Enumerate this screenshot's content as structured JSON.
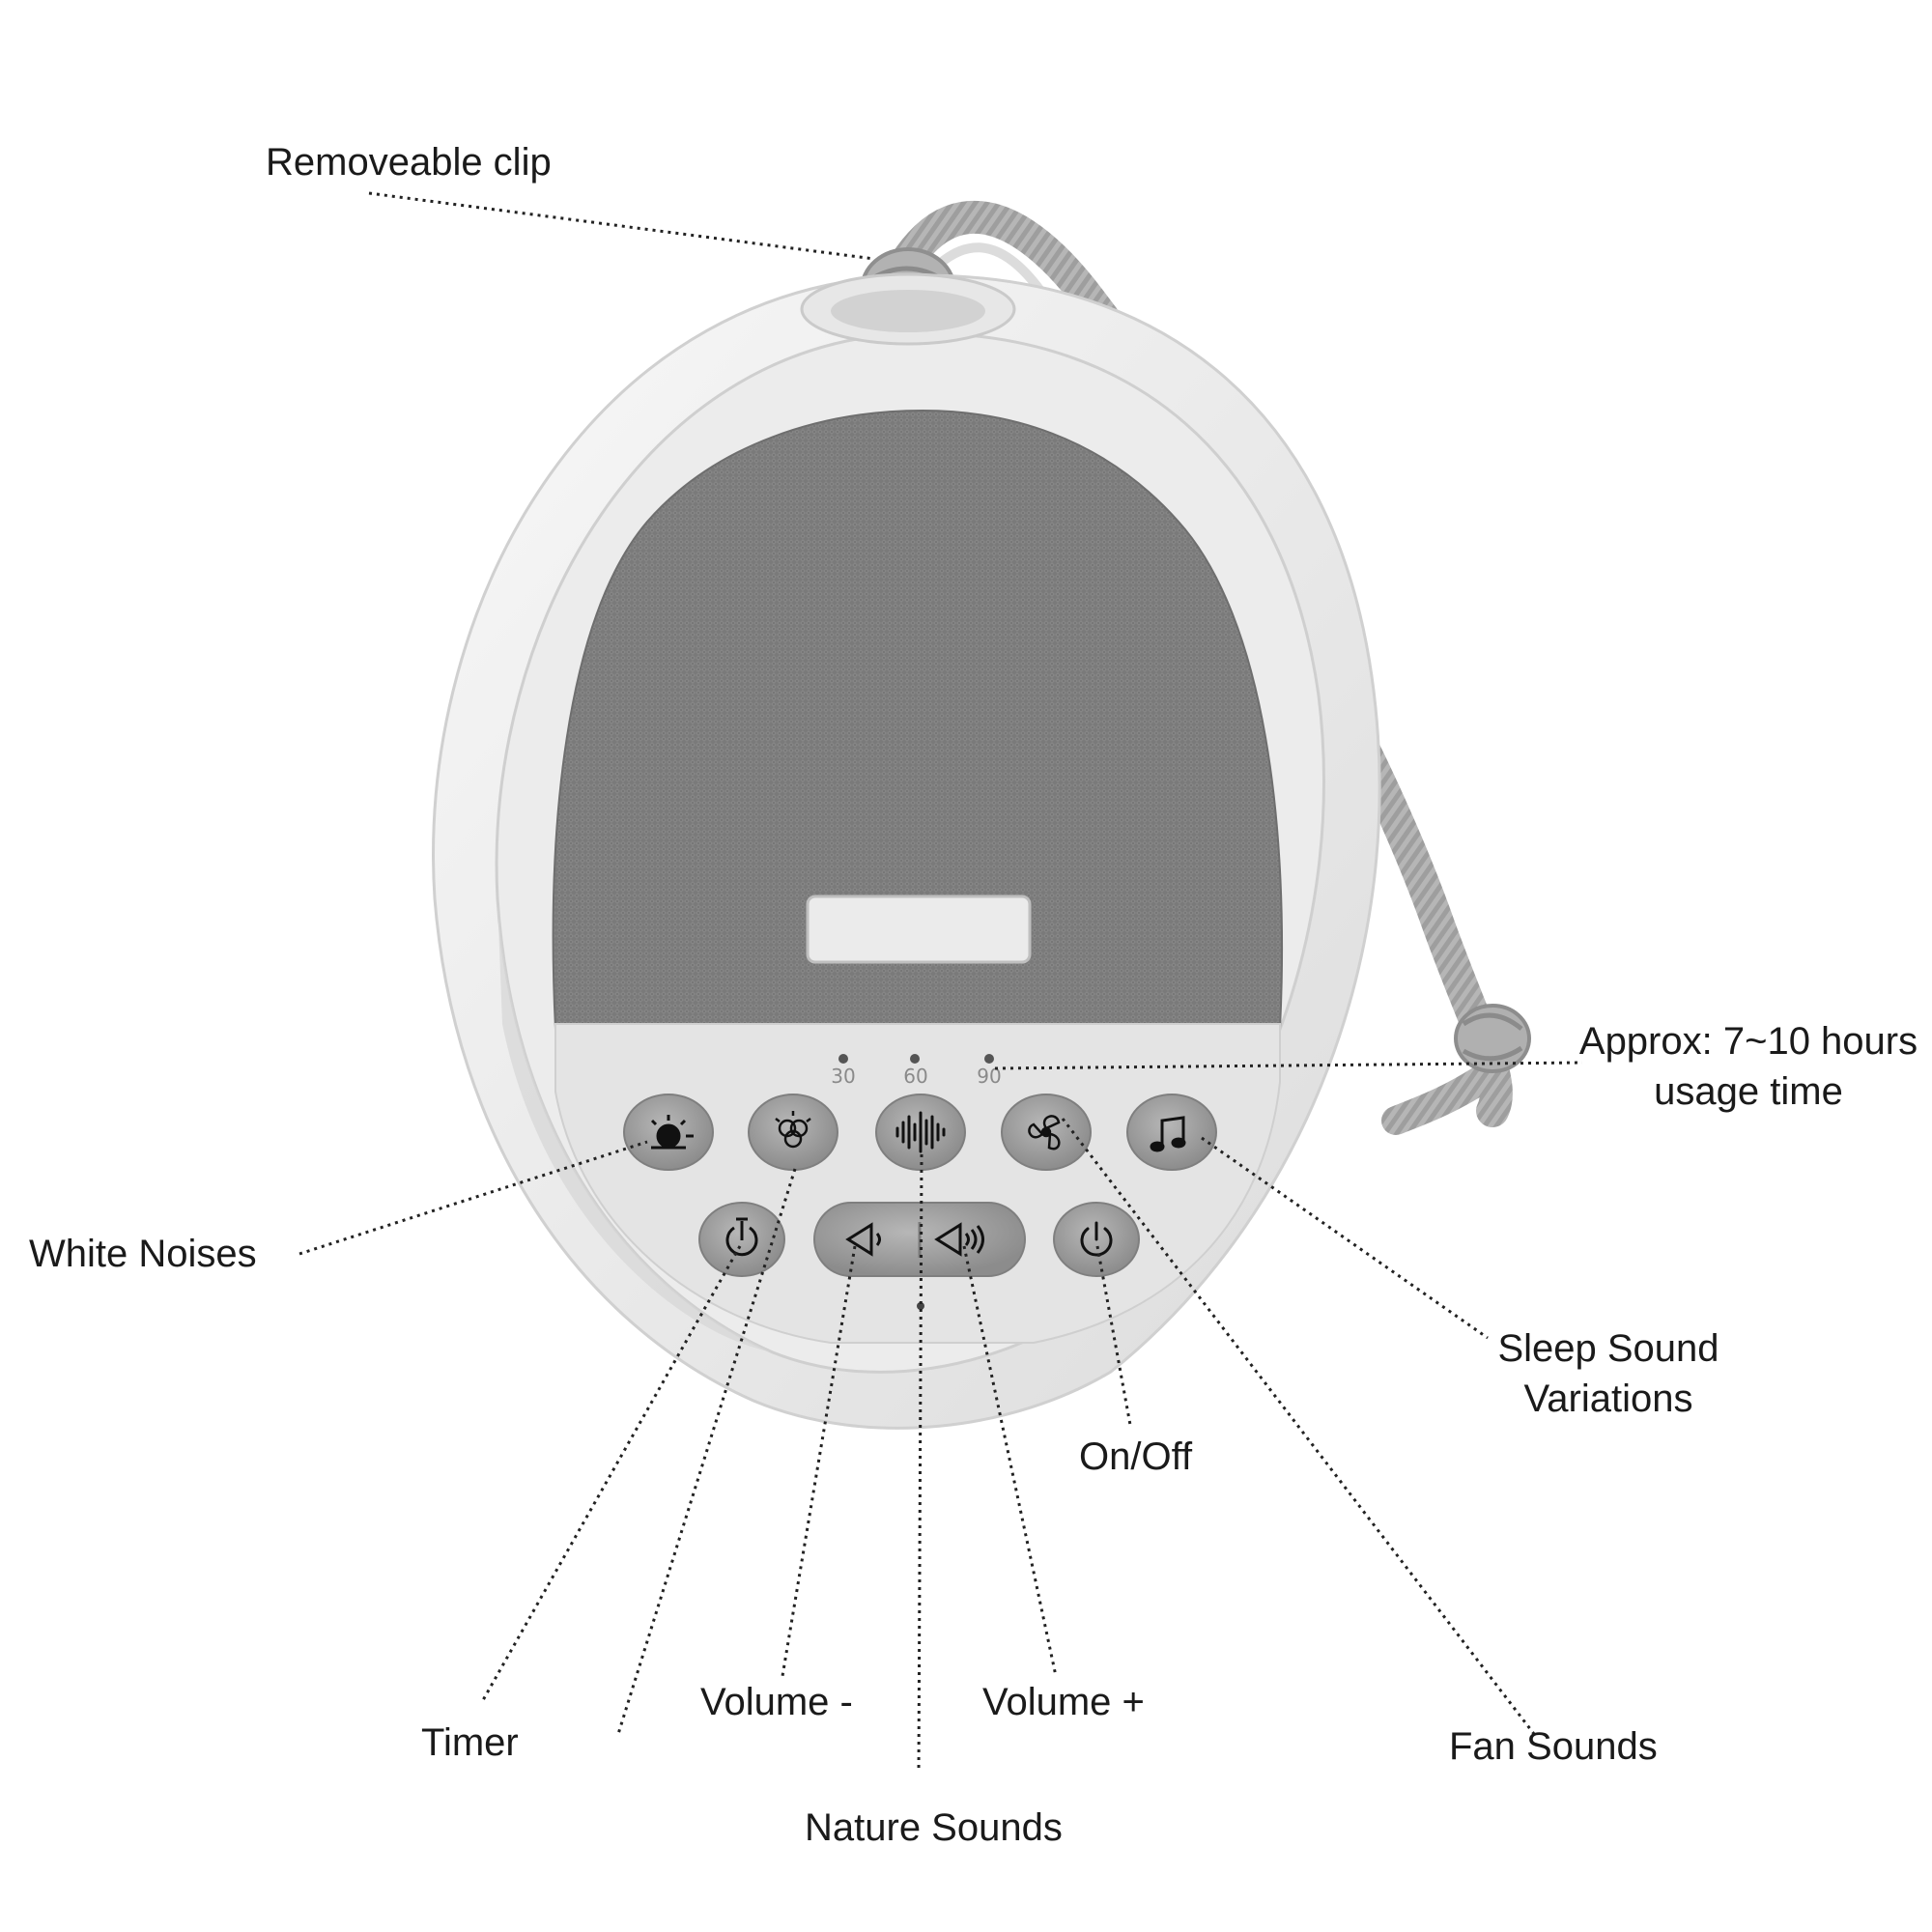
{
  "callouts": {
    "removeable_clip": "Removeable clip",
    "usage_time_line1": "Approx: 7~10 hours",
    "usage_time_line2": "usage time",
    "white_noises": "White Noises",
    "sleep_variations_line1": "Sleep Sound",
    "sleep_variations_line2": "Variations",
    "on_off": "On/Off",
    "timer": "Timer",
    "volume_down": "Volume -",
    "volume_up": "Volume +",
    "fan_sounds": "Fan Sounds",
    "nature_sounds": "Nature Sounds"
  },
  "device": {
    "timer_marks": [
      "30",
      "60",
      "90"
    ],
    "buttons_row1": [
      "white-noise-icon",
      "nature-icon",
      "waveform-icon",
      "fan-icon",
      "music-note-icon"
    ],
    "buttons_row2": [
      "timer-icon",
      "volume-down-icon",
      "volume-up-icon",
      "power-icon"
    ]
  },
  "colors": {
    "body": "#f2f2f2",
    "fabric": "#7d7d7d",
    "panel": "#e6e6e6",
    "button": "#9a9a9a",
    "strap": "#a3a3a3"
  }
}
